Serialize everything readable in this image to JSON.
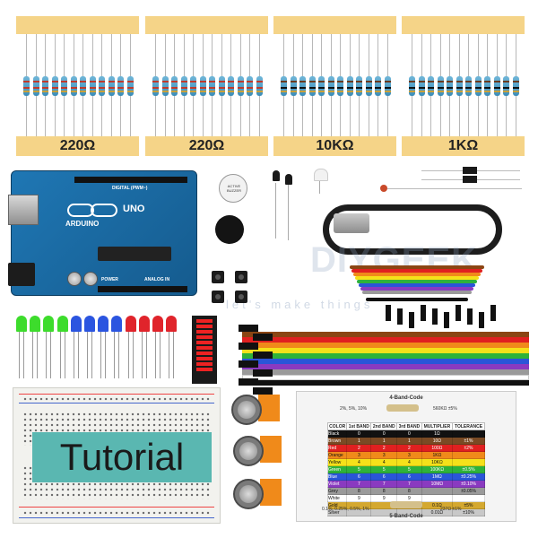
{
  "resistor_strips": [
    {
      "value": "220Ω",
      "band1": "#c0392b",
      "band2": "#c0392b"
    },
    {
      "value": "220Ω",
      "band1": "#c0392b",
      "band2": "#c0392b"
    },
    {
      "value": "10KΩ",
      "band1": "#6b3a1e",
      "band2": "#111111"
    },
    {
      "value": "1KΩ",
      "band1": "#6b3a1e",
      "band2": "#111111"
    }
  ],
  "arduino": {
    "brand": "ARDUINO",
    "model": "UNO",
    "header_label": "DIGITAL (PWM~)",
    "analog_label": "ANALOG IN",
    "power_label": "POWER"
  },
  "buzzer_label": "ACTIVE BUZZER",
  "watermark": {
    "brand": "DIYGEEK",
    "tagline": "let's make things"
  },
  "leds": [
    {
      "color": "#3ddc2c"
    },
    {
      "color": "#3ddc2c"
    },
    {
      "color": "#3ddc2c"
    },
    {
      "color": "#3ddc2c"
    },
    {
      "color": "#2b55e0"
    },
    {
      "color": "#2b55e0"
    },
    {
      "color": "#2b55e0"
    },
    {
      "color": "#2b55e0"
    },
    {
      "color": "#e0242b"
    },
    {
      "color": "#e0242b"
    },
    {
      "color": "#e0242b"
    },
    {
      "color": "#e0242b"
    }
  ],
  "tutorial_label": "Tutorial",
  "color_card": {
    "four_band_title": "4-Band-Code",
    "four_band_tolerances": "2%, 5%, 10%",
    "four_band_example": "560KΩ ±5%",
    "five_band_title": "5-Band-Code",
    "five_band_tolerances": "0.1%, 0.25%, 0.5%, 1%",
    "five_band_example": "237Ω ±1%",
    "headers": [
      "COLOR",
      "1st BAND",
      "2nd BAND",
      "3rd BAND",
      "MULTIPLIER",
      "TOLERANCE"
    ],
    "rows": [
      {
        "name": "Black",
        "color": "#111111",
        "b1": "0",
        "b2": "0",
        "b3": "0",
        "mult": "1Ω",
        "tol": ""
      },
      {
        "name": "Brown",
        "color": "#7a4a24",
        "b1": "1",
        "b2": "1",
        "b3": "1",
        "mult": "10Ω",
        "tol": "±1%"
      },
      {
        "name": "Red",
        "color": "#e02020",
        "b1": "2",
        "b2": "2",
        "b3": "2",
        "mult": "100Ω",
        "tol": "±2%"
      },
      {
        "name": "Orange",
        "color": "#f08a1a",
        "b1": "3",
        "b2": "3",
        "b3": "3",
        "mult": "1KΩ",
        "tol": ""
      },
      {
        "name": "Yellow",
        "color": "#f5e11a",
        "b1": "4",
        "b2": "4",
        "b3": "4",
        "mult": "10KΩ",
        "tol": ""
      },
      {
        "name": "Green",
        "color": "#2fb23a",
        "b1": "5",
        "b2": "5",
        "b3": "5",
        "mult": "100KΩ",
        "tol": "±0.5%"
      },
      {
        "name": "Blue",
        "color": "#2a55d8",
        "b1": "6",
        "b2": "6",
        "b3": "6",
        "mult": "1MΩ",
        "tol": "±0.25%"
      },
      {
        "name": "Violet",
        "color": "#8a3ac0",
        "b1": "7",
        "b2": "7",
        "b3": "7",
        "mult": "10MΩ",
        "tol": "±0.10%"
      },
      {
        "name": "Grey",
        "color": "#9a9a9a",
        "b1": "8",
        "b2": "8",
        "b3": "8",
        "mult": "",
        "tol": "±0.05%"
      },
      {
        "name": "White",
        "color": "#ffffff",
        "b1": "9",
        "b2": "9",
        "b3": "9",
        "mult": "",
        "tol": ""
      },
      {
        "name": "Gold",
        "color": "#d4a830",
        "b1": "",
        "b2": "",
        "b3": "",
        "mult": "0.1Ω",
        "tol": "±5%"
      },
      {
        "name": "Silver",
        "color": "#c8c8c8",
        "b1": "",
        "b2": "",
        "b3": "",
        "mult": "0.01Ω",
        "tol": "±10%"
      }
    ]
  },
  "ribbon_colors": [
    "#8b4513",
    "#e02020",
    "#f08a1a",
    "#f5e11a",
    "#2fb23a",
    "#2a55d8",
    "#8a3ac0",
    "#9a9a9a",
    "#ffffff",
    "#111111"
  ]
}
